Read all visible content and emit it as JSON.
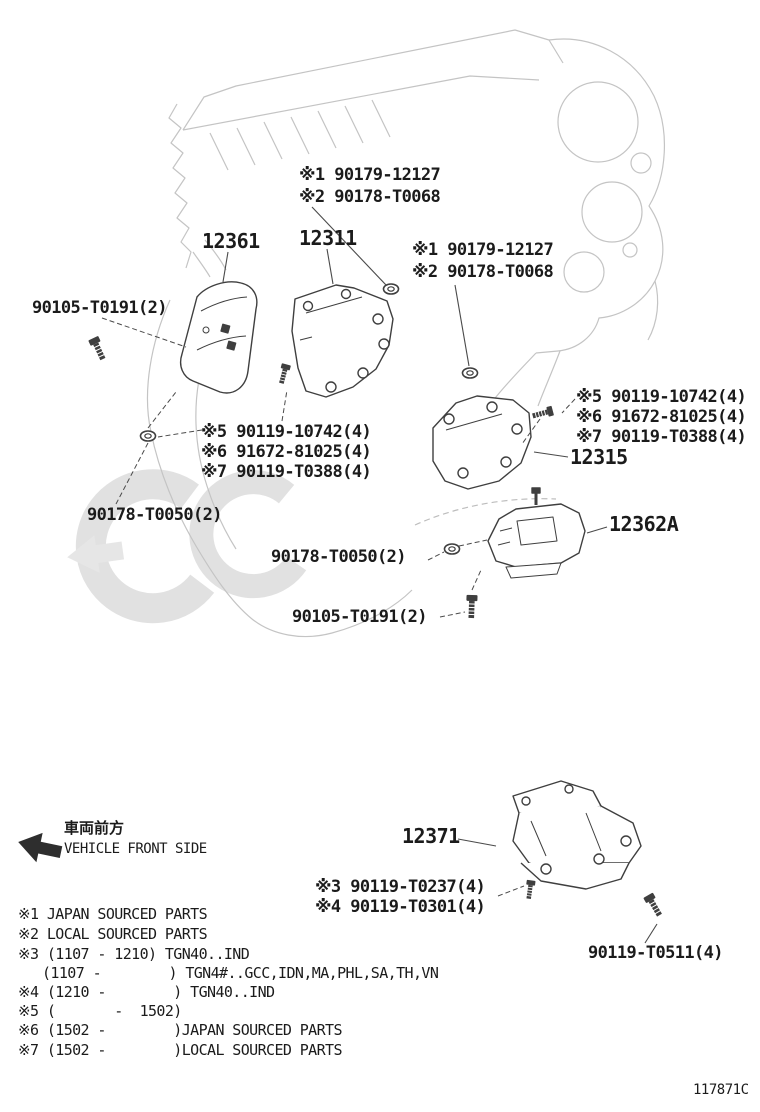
{
  "doc": {
    "code": "117871C"
  },
  "direction": {
    "jp": "車両前方",
    "en": "VEHICLE FRONT SIDE"
  },
  "parts": {
    "p12361": "12361",
    "p12311": "12311",
    "p12315": "12315",
    "p12362A": "12362A",
    "p12371": "12371"
  },
  "callouts": {
    "top_bolt_1": "※1 90179-12127",
    "top_bolt_2": "※2 90178-T0068",
    "right_bolt_1": "※1 90179-12127",
    "right_bolt_2": "※2 90178-T0068",
    "left_bolt": "90105-T0191(2)",
    "center_group_1": "※5 90119-10742(4)",
    "center_group_2": "※6 91672-81025(4)",
    "center_group_3": "※7 90119-T0388(4)",
    "right_group_1": "※5 90119-10742(4)",
    "right_group_2": "※6 91672-81025(4)",
    "right_group_3": "※7 90119-T0388(4)",
    "left_lower": "90178-T0050(2)",
    "center_lower": "90178-T0050(2)",
    "bottom_center": "90105-T0191(2)",
    "rear_group_1": "※3 90119-T0237(4)",
    "rear_group_2": "※4 90119-T0301(4)",
    "rear_bolt": "90119-T0511(4)"
  },
  "legend": {
    "items": [
      "※1 JAPAN SOURCED PARTS",
      "※2 LOCAL SOURCED PARTS",
      "※3 (1107 - 1210) TGN40..IND",
      "(1107 -        ) TGN4#..GCC,IDN,MA,PHL,SA,TH,VN",
      "※4 (1210 -        ) TGN40..IND",
      "※5 (       -  1502)",
      "※6 (1502 -        )JAPAN SOURCED PARTS",
      "※7 (1502 -        )LOCAL SOURCED PARTS"
    ]
  }
}
